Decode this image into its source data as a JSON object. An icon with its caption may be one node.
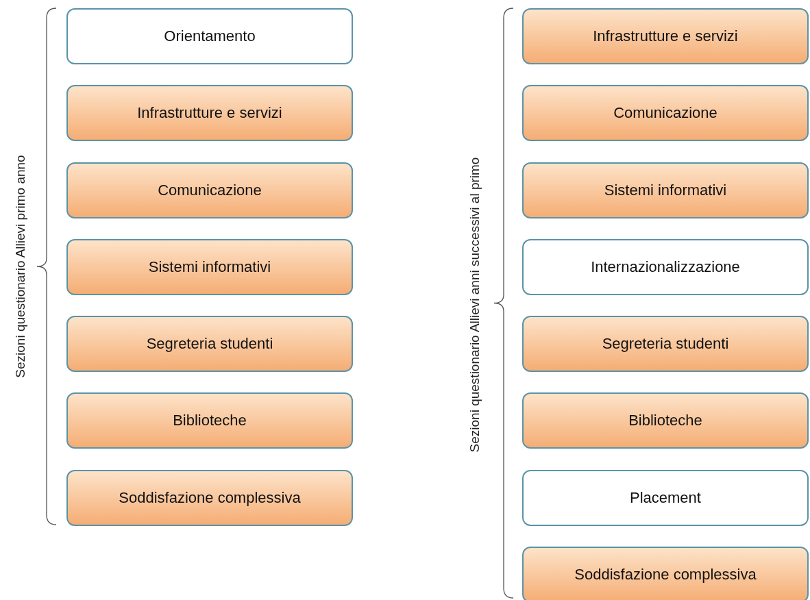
{
  "diagram": {
    "nodes": [
      {
        "text": [
          "Orientamento"
        ]
      },
      {
        "text": [
          "Infrastrutture e servizi"
        ]
      },
      {
        "text": [
          "Comunicazione"
        ]
      },
      {
        "text": [
          "Sistemi informativi"
        ]
      },
      {
        "text": [
          "Segreteria studenti"
        ]
      },
      {
        "text": [
          "Biblioteche"
        ]
      },
      {
        "text": [
          "Soddisfazione complessiva"
        ]
      },
      {
        "text": [
          "Infrastrutture e servizi"
        ]
      },
      {
        "text": [
          "Comunicazione"
        ]
      },
      {
        "text": [
          "Sistemi informativi"
        ]
      },
      {
        "text": [
          "Internazionalizzazione"
        ]
      },
      {
        "text": [
          "Segreteria studenti"
        ]
      },
      {
        "text": [
          "Biblioteche"
        ]
      },
      {
        "text": [
          "Placement"
        ]
      },
      {
        "text": [
          "Soddisfazione complessiva"
        ]
      }
    ],
    "edges": [],
    "labels": [
      "Sezioni questionario Allievi primo anno",
      "Sezioni questionario Allievi anni successivi al primo"
    ]
  }
}
